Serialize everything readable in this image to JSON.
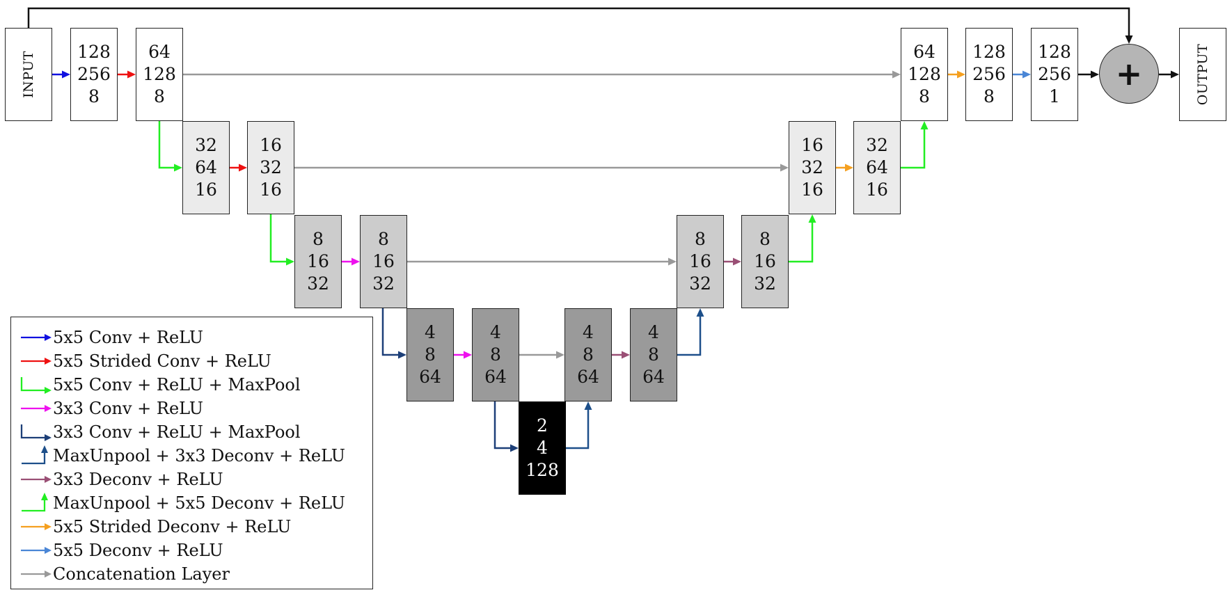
{
  "colors": {
    "conv5": "#1010e0",
    "strided_conv": "#ee1111",
    "conv_maxpool5": "#22ee22",
    "conv3": "#ee11ee",
    "conv_maxpool3": "#1d3f78",
    "unpool_deconv3": "#1d4f8a",
    "deconv3": "#9a4f75",
    "unpool_deconv5": "#22ee22",
    "strided_deconv": "#f5a020",
    "deconv5": "#4a86d6",
    "concat": "#999999",
    "skip": "#111111"
  },
  "blocks": {
    "input": "INPUT",
    "output": "OUTPUT",
    "e1a": [
      "128",
      "256",
      "8"
    ],
    "e1b": [
      "64",
      "128",
      "8"
    ],
    "e2a": [
      "32",
      "64",
      "16"
    ],
    "e2b": [
      "16",
      "32",
      "16"
    ],
    "e3a": [
      "8",
      "16",
      "32"
    ],
    "e3b": [
      "8",
      "16",
      "32"
    ],
    "e4a": [
      "4",
      "8",
      "64"
    ],
    "e4b": [
      "4",
      "8",
      "64"
    ],
    "bottleneck": [
      "2",
      "4",
      "128"
    ],
    "d4a": [
      "4",
      "8",
      "64"
    ],
    "d4b": [
      "4",
      "8",
      "64"
    ],
    "d3a": [
      "8",
      "16",
      "32"
    ],
    "d3b": [
      "8",
      "16",
      "32"
    ],
    "d2a": [
      "16",
      "32",
      "16"
    ],
    "d2b": [
      "32",
      "64",
      "16"
    ],
    "d1a": [
      "64",
      "128",
      "8"
    ],
    "d1b": [
      "128",
      "256",
      "8"
    ],
    "d1c": [
      "128",
      "256",
      "1"
    ]
  },
  "sum_symbol": "+",
  "legend": [
    {
      "label": "5x5 Conv + ReLU",
      "style": "straight",
      "color": "conv5"
    },
    {
      "label": "5x5 Strided Conv + ReLU",
      "style": "straight",
      "color": "strided_conv"
    },
    {
      "label": "5x5 Conv + ReLU + MaxPool",
      "style": "down",
      "color": "conv_maxpool5"
    },
    {
      "label": "3x3 Conv + ReLU",
      "style": "straight",
      "color": "conv3"
    },
    {
      "label": "3x3 Conv + ReLU + MaxPool",
      "style": "down",
      "color": "conv_maxpool3"
    },
    {
      "label": "MaxUnpool + 3x3 Deconv + ReLU",
      "style": "up",
      "color": "unpool_deconv3"
    },
    {
      "label": "3x3 Deconv + ReLU",
      "style": "straight",
      "color": "deconv3"
    },
    {
      "label": "MaxUnpool + 5x5 Deconv + ReLU",
      "style": "up",
      "color": "unpool_deconv5"
    },
    {
      "label": "5x5 Strided Deconv + ReLU",
      "style": "straight",
      "color": "strided_deconv"
    },
    {
      "label": "5x5 Deconv + ReLU",
      "style": "straight",
      "color": "deconv5"
    },
    {
      "label": "Concatenation Layer",
      "style": "straight",
      "color": "concat"
    }
  ]
}
